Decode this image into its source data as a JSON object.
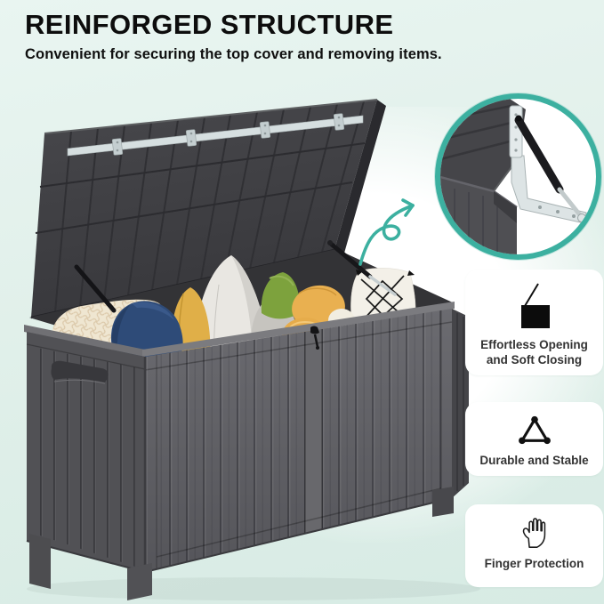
{
  "header": {
    "title": "REINFORGED STRUCTURE",
    "subtitle": "Convenient for securing the top cover and removing items."
  },
  "features": [
    {
      "id": "effortless-opening",
      "icon": "open-lid-box-icon",
      "line1": "Effortless Opening",
      "line2": "and Soft Closing"
    },
    {
      "id": "durable-stable",
      "icon": "triangle-nodes-icon",
      "line1": "Durable and Stable",
      "line2": ""
    },
    {
      "id": "finger-protection",
      "icon": "raised-hand-icon",
      "line1": "Finger Protection",
      "line2": ""
    }
  ],
  "inset": {
    "icon": "hinge-gas-strut-detail",
    "ring_color": "#3cb0a0"
  },
  "annotations": {
    "arrow_icon": "curved-swirl-arrow-icon",
    "arrow_color": "#3cb0a0"
  },
  "colors": {
    "background_mint": "#e0efe9",
    "accent_teal": "#3cb0a0",
    "box_gray": "#5d5d61",
    "lid_gray": "#3f3f43",
    "text_black": "#111111",
    "card_white": "#ffffff"
  }
}
